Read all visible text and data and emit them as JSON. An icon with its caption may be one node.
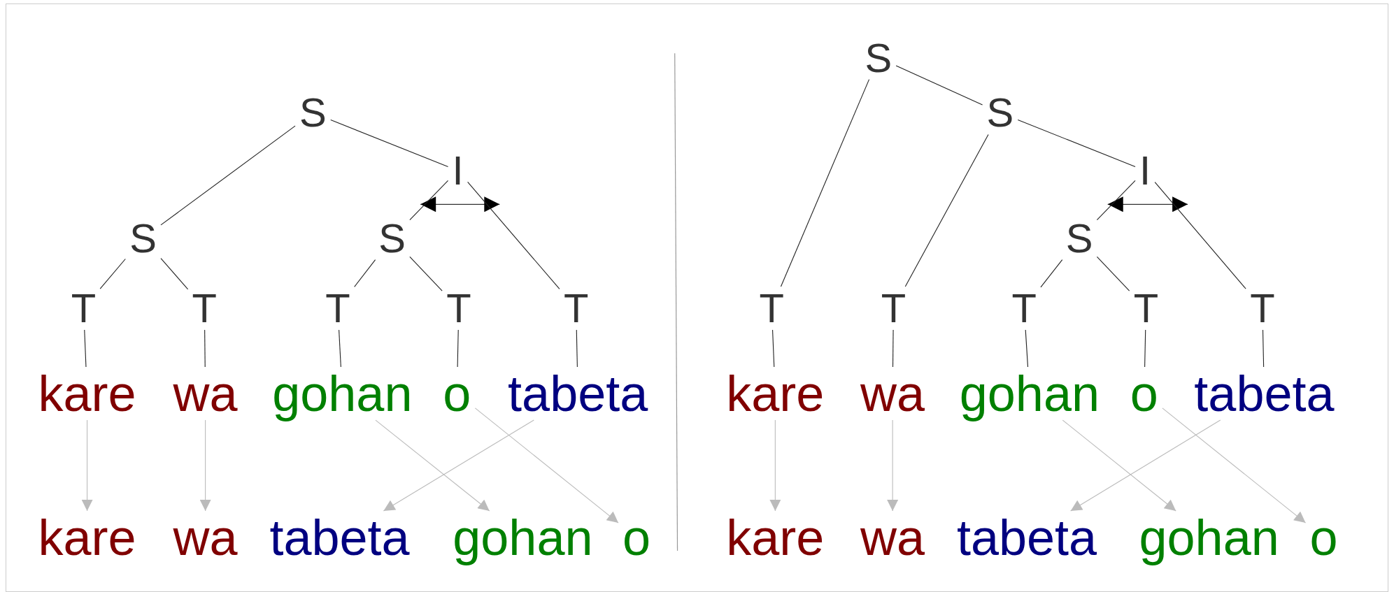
{
  "diagram": {
    "nodes": [
      {
        "text": [
          "S"
        ]
      },
      {
        "text": [
          "S"
        ]
      },
      {
        "text": [
          "I"
        ]
      },
      {
        "text": [
          "S"
        ]
      },
      {
        "text": [
          "T"
        ]
      },
      {
        "text": [
          "T"
        ]
      },
      {
        "text": [
          "T"
        ]
      },
      {
        "text": [
          "T"
        ]
      },
      {
        "text": [
          "T"
        ]
      },
      {
        "text": [
          "kare"
        ]
      },
      {
        "text": [
          "wa"
        ]
      },
      {
        "text": [
          "gohan"
        ]
      },
      {
        "text": [
          "o"
        ]
      },
      {
        "text": [
          "tabeta"
        ]
      },
      {
        "text": [
          "kare"
        ]
      },
      {
        "text": [
          "wa"
        ]
      },
      {
        "text": [
          "tabeta"
        ]
      },
      {
        "text": [
          "gohan"
        ]
      },
      {
        "text": [
          "o"
        ]
      },
      {
        "text": [
          "S"
        ]
      },
      {
        "text": [
          "S"
        ]
      },
      {
        "text": [
          "I"
        ]
      },
      {
        "text": [
          "S"
        ]
      },
      {
        "text": [
          "T"
        ]
      },
      {
        "text": [
          "T"
        ]
      },
      {
        "text": [
          "T"
        ]
      },
      {
        "text": [
          "T"
        ]
      },
      {
        "text": [
          "T"
        ]
      },
      {
        "text": [
          "kare"
        ]
      },
      {
        "text": [
          "wa"
        ]
      },
      {
        "text": [
          "gohan"
        ]
      },
      {
        "text": [
          "o"
        ]
      },
      {
        "text": [
          "tabeta"
        ]
      },
      {
        "text": [
          "kare"
        ]
      },
      {
        "text": [
          "wa"
        ]
      },
      {
        "text": [
          "tabeta"
        ]
      },
      {
        "text": [
          "gohan"
        ]
      },
      {
        "text": [
          "o"
        ]
      }
    ],
    "edges": [
      {
        "from": 0,
        "to": 1,
        "arrow": "none"
      },
      {
        "from": 0,
        "to": 2,
        "arrow": "none"
      },
      {
        "from": 2,
        "to": 3,
        "arrow": "none"
      },
      {
        "from": 2,
        "to": 8,
        "arrow": "none"
      },
      {
        "from": 1,
        "to": 4,
        "arrow": "none"
      },
      {
        "from": 1,
        "to": 5,
        "arrow": "none"
      },
      {
        "from": 3,
        "to": 6,
        "arrow": "none"
      },
      {
        "from": 3,
        "to": 7,
        "arrow": "none"
      },
      {
        "from": 4,
        "to": 9,
        "arrow": "none"
      },
      {
        "from": 5,
        "to": 10,
        "arrow": "none"
      },
      {
        "from": 6,
        "to": 11,
        "arrow": "none"
      },
      {
        "from": 7,
        "to": 12,
        "arrow": "none"
      },
      {
        "from": 8,
        "to": 13,
        "arrow": "none"
      },
      {
        "from": 9,
        "to": 14,
        "arrow": "to",
        "color": "#bbbbbb"
      },
      {
        "from": 10,
        "to": 15,
        "arrow": "to",
        "color": "#bbbbbb"
      },
      {
        "from": 11,
        "to": 17,
        "arrow": "to",
        "color": "#bbbbbb"
      },
      {
        "from": 12,
        "to": 18,
        "arrow": "to",
        "color": "#bbbbbb"
      },
      {
        "from": 13,
        "to": 16,
        "arrow": "to",
        "color": "#bbbbbb"
      },
      {
        "from": 19,
        "to": 23,
        "arrow": "none"
      },
      {
        "from": 19,
        "to": 20,
        "arrow": "none"
      },
      {
        "from": 20,
        "to": 24,
        "arrow": "none"
      },
      {
        "from": 20,
        "to": 21,
        "arrow": "none"
      },
      {
        "from": 21,
        "to": 22,
        "arrow": "none"
      },
      {
        "from": 21,
        "to": 27,
        "arrow": "none"
      },
      {
        "from": 22,
        "to": 25,
        "arrow": "none"
      },
      {
        "from": 22,
        "to": 26,
        "arrow": "none"
      },
      {
        "from": 23,
        "to": 28,
        "arrow": "none"
      },
      {
        "from": 24,
        "to": 29,
        "arrow": "none"
      },
      {
        "from": 25,
        "to": 30,
        "arrow": "none"
      },
      {
        "from": 26,
        "to": 31,
        "arrow": "none"
      },
      {
        "from": 27,
        "to": 32,
        "arrow": "none"
      },
      {
        "from": 28,
        "to": 33,
        "arrow": "to",
        "color": "#bbbbbb"
      },
      {
        "from": 29,
        "to": 34,
        "arrow": "to",
        "color": "#bbbbbb"
      },
      {
        "from": 30,
        "to": 36,
        "arrow": "to",
        "color": "#bbbbbb"
      },
      {
        "from": 31,
        "to": 37,
        "arrow": "to",
        "color": "#bbbbbb"
      },
      {
        "from": 32,
        "to": 35,
        "arrow": "to",
        "color": "#bbbbbb"
      }
    ]
  }
}
